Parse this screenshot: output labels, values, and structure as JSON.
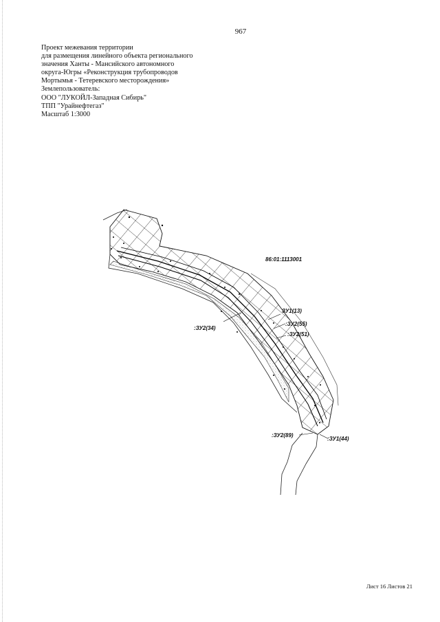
{
  "page_number": "967",
  "header_lines": [
    "Проект межевания территории",
    "для размещения линейного объекта регионального",
    "значения Ханты - Мансийского автономного",
    "округа-Югры «Реконструкция трубопроводов",
    "Мортымья - Тетеревского месторождения»",
    "Землепользователь:",
    "ООО \"ЛУКОЙЛ-Западная Сибирь\"",
    "ТПП \"Урайнефтегаз\"",
    "Масштаб 1:3000"
  ],
  "map": {
    "cadastral_block": "86:01:1113001",
    "parcels": [
      ":ЗУ2(34)",
      "ЗУ1(13)",
      ":ЗУ2(55)",
      ":ЗУ2(51)",
      ":ЗУ2(89)",
      ":ЗУ1(44)"
    ]
  },
  "footer": "Лист 16 Листов 21"
}
